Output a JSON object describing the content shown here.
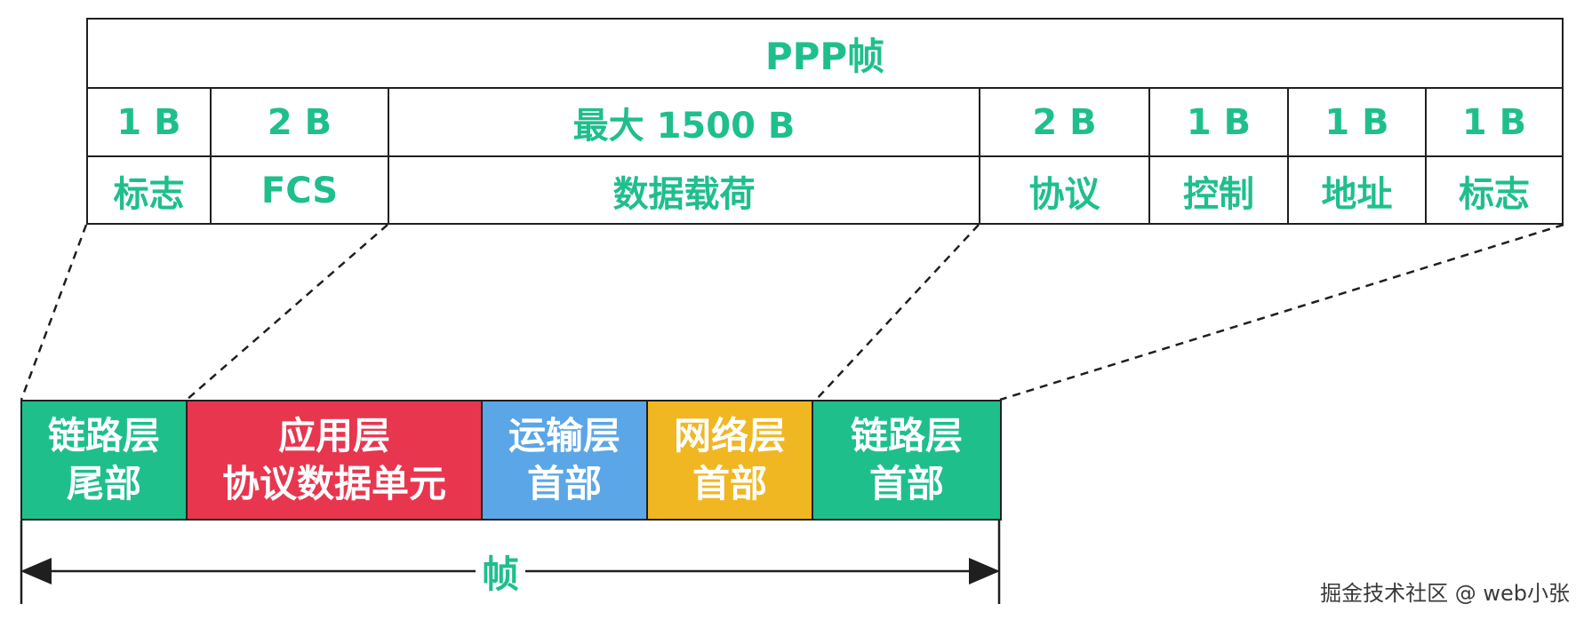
{
  "ppp": {
    "title": "PPP帧",
    "fields": [
      {
        "size": "1 B",
        "name": "标志"
      },
      {
        "size": "2 B",
        "name": "FCS"
      },
      {
        "size": "最大 1500 B",
        "name": "数据载荷"
      },
      {
        "size": "2 B",
        "name": "协议"
      },
      {
        "size": "1 B",
        "name": "控制"
      },
      {
        "size": "1 B",
        "name": "地址"
      },
      {
        "size": "1 B",
        "name": "标志"
      }
    ]
  },
  "frame": {
    "segments": [
      {
        "line1": "链路层",
        "line2": "尾部",
        "color": "#1fbf8c"
      },
      {
        "line1": "应用层",
        "line2": "协议数据单元",
        "color": "#e8364f"
      },
      {
        "line1": "运输层",
        "line2": "首部",
        "color": "#5aa6e6"
      },
      {
        "line1": "网络层",
        "line2": "首部",
        "color": "#f0b723"
      },
      {
        "line1": "链路层",
        "line2": "首部",
        "color": "#1fbf8c"
      }
    ],
    "label": "帧"
  },
  "watermark": "掘金技术社区 @ web小张",
  "colors": {
    "accent": "#1fbf8c",
    "border": "#1f1f1f"
  }
}
